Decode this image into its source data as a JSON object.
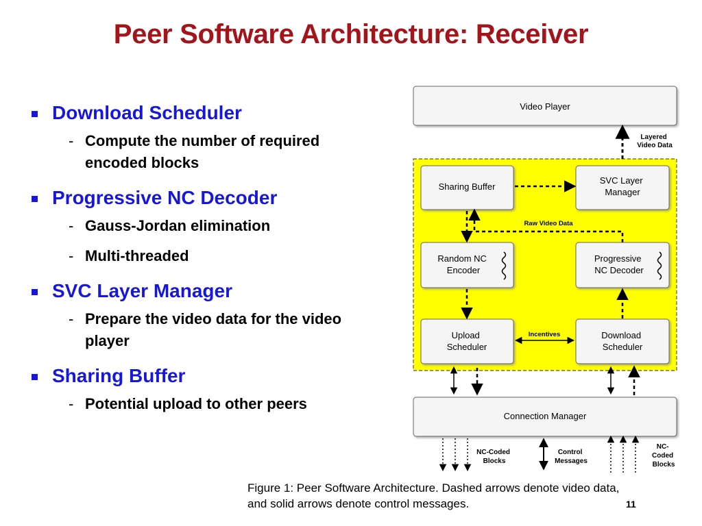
{
  "slide": {
    "title": "Peer Software Architecture: Receiver",
    "page_number": "11"
  },
  "bullets": [
    {
      "label": "Download Scheduler",
      "subs": [
        "Compute the number of required encoded blocks"
      ]
    },
    {
      "label": "Progressive NC Decoder",
      "subs": [
        "Gauss-Jordan elimination",
        "Multi-threaded"
      ]
    },
    {
      "label": "SVC Layer Manager",
      "subs": [
        "Prepare the video data for the video player"
      ]
    },
    {
      "label": "Sharing Buffer",
      "subs": [
        "Potential upload to other peers"
      ]
    }
  ],
  "diagram": {
    "video_player": "Video Player",
    "layered_video_data": [
      "Layered",
      "Video Data"
    ],
    "sharing_buffer": "Sharing Buffer",
    "svc_layer_manager": [
      "SVC Layer",
      "Manager"
    ],
    "raw_video_data": "Raw Video Data",
    "random_nc_encoder": [
      "Random NC",
      "Encoder"
    ],
    "progressive_nc_decoder": [
      "Progressive",
      "NC Decoder"
    ],
    "upload_scheduler": [
      "Upload",
      "Scheduler"
    ],
    "incentives": "Incentives",
    "download_scheduler": [
      "Download",
      "Scheduler"
    ],
    "connection_manager": "Connection Manager",
    "nc_coded_blocks_left": [
      "NC-Coded",
      "Blocks"
    ],
    "control_messages": [
      "Control",
      "Messages"
    ],
    "nc_coded_blocks_right": [
      "NC-",
      "Coded",
      "Blocks"
    ],
    "colors": {
      "module_fill": "#f5f5f5",
      "highlight": "#ffff00",
      "title": "#a3141b",
      "bullet": "#1717d9"
    }
  },
  "caption": {
    "line1": "Figure 1: Peer Software Architecture. Dashed arrows denote video data,",
    "line2": "and solid arrows denote control messages."
  }
}
